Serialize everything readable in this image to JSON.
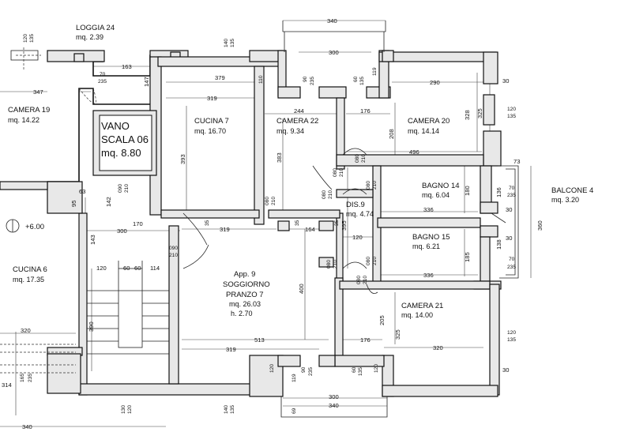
{
  "rooms": {
    "loggia24": {
      "name": "LOGGIA 24",
      "area": "mq. 2.39"
    },
    "camera19": {
      "name": "CAMERA 19",
      "area": "mq. 14.22"
    },
    "vano": {
      "l1": "VANO",
      "l2": "SCALA 06",
      "area": "mq. 8.80"
    },
    "cucina7": {
      "name": "CUCINA 7",
      "area": "mq. 16.70"
    },
    "camera22": {
      "name": "CAMERA 22",
      "area": "mq. 9.34"
    },
    "camera20": {
      "name": "CAMERA 20",
      "area": "mq. 14.14"
    },
    "bagno14": {
      "name": "BAGNO 14",
      "area": "mq. 6.04"
    },
    "balcone4": {
      "name": "BALCONE 4",
      "area": "mq. 3.20"
    },
    "dis9": {
      "name": "DIS.9",
      "area": "mq. 4.74"
    },
    "bagno15": {
      "name": "BAGNO 15",
      "area": "mq. 6.21"
    },
    "cucina6": {
      "name": "CUCINA 6",
      "area": "mq. 17.35"
    },
    "app9": {
      "l1": "App. 9",
      "l2": "SOGGIORNO",
      "l3": "PRANZO 7",
      "area": "mq. 26.03",
      "h": "h. 2.70"
    },
    "camera21": {
      "name": "CAMERA 21",
      "area": "mq. 14.00"
    }
  },
  "level": "+6.00",
  "dims": {
    "d340top": "340",
    "d300top": "300",
    "d290": "290",
    "d379": "379",
    "d319a": "319",
    "d163": "163",
    "d347": "347",
    "d244": "244",
    "d176a": "176",
    "d496": "496",
    "d336a": "336",
    "d336b": "336",
    "d300mid": "300",
    "d170": "170",
    "d319b": "319",
    "d164": "164",
    "d120a": "120",
    "d120b": "120",
    "d60a": "60",
    "d60b": "60",
    "d114": "114",
    "d513": "513",
    "d176b": "176",
    "d320a": "320",
    "d320b": "320",
    "d319c": "319",
    "d300bot": "300",
    "d340bot": "340",
    "d340left": "340",
    "d314": "314",
    "d393": "393",
    "d383": "383",
    "d400": "400",
    "d390": "390",
    "d395": "395",
    "d360": "360",
    "d328": "328",
    "d325a": "325",
    "d208": "208",
    "d205": "205",
    "d325b": "325",
    "d180": "180",
    "d185": "185",
    "d142": "142",
    "d143": "143",
    "d147": "147",
    "d95": "95",
    "d63": "63",
    "d73": "73",
    "d30a": "30",
    "d30b": "30",
    "d30c": "30",
    "d30d": "30",
    "d136": "136",
    "d138": "138",
    "d70a": "70",
    "d235a": "235",
    "d70b": "70",
    "d235b": "235",
    "d70c": "70",
    "d235c": "235",
    "d120r1": "120",
    "d135r1": "135",
    "d120r2": "120",
    "d135r2": "135",
    "d120l": "120",
    "d135l": "135",
    "d140t": "140",
    "d135t": "135",
    "d90a": "90",
    "d235d": "235",
    "d60c": "60",
    "d135c": "135",
    "d119a": "119",
    "d110": "110",
    "d120c": "120",
    "d119b": "119",
    "d90b": "90",
    "d235e": "235",
    "d60d": "60",
    "d135d": "135",
    "d120d": "120",
    "d69": "69",
    "d130": "130",
    "d120e": "120",
    "d140b": "140",
    "d135b": "135",
    "d165": "165",
    "d235f": "235",
    "d080a": "080",
    "d210a": "210",
    "d080b": "080",
    "d210b": "210",
    "d080c": "080",
    "d210c": "210",
    "d080d": "080",
    "d210d": "210",
    "d080e": "080",
    "d210e": "210",
    "d080f": "080",
    "d210f": "210",
    "d080g": "080",
    "d210g": "210",
    "d080h": "080",
    "d210h": "210",
    "d090a": "090",
    "d210i": "210",
    "d090b": "090",
    "d210j": "210",
    "d35a": "35",
    "d35b": "35",
    "d35c": "35"
  }
}
